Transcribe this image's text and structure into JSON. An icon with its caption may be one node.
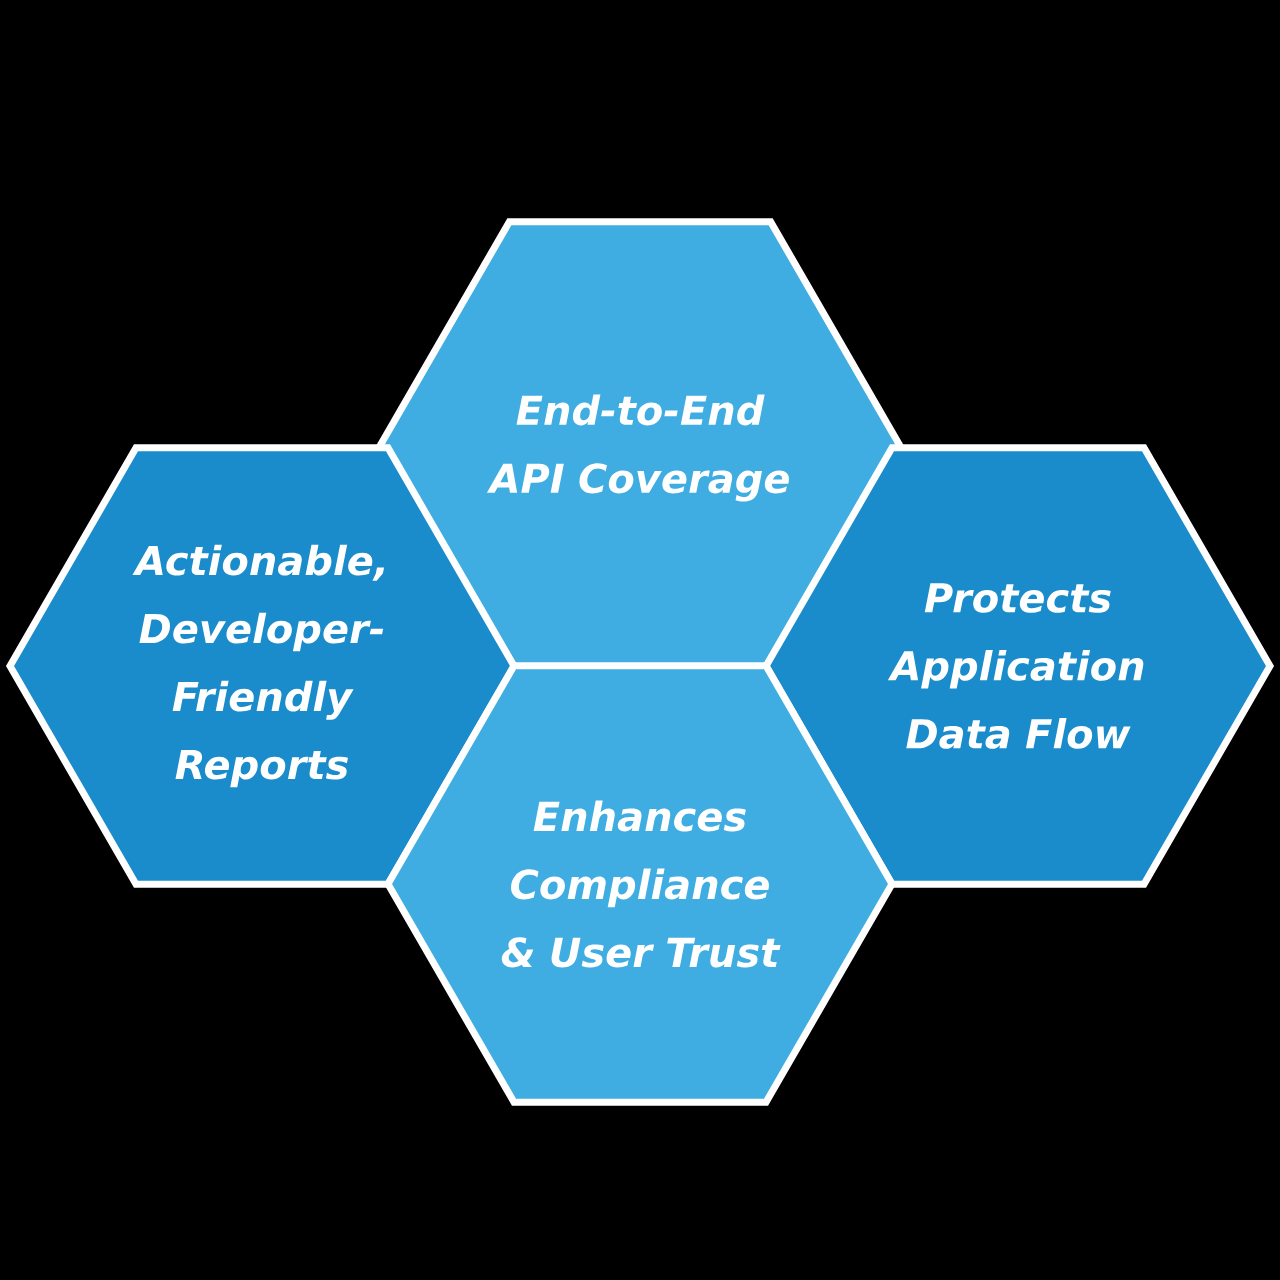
{
  "diagram": {
    "nodes": [
      {
        "text": [
          "End-to-End API Coverage"
        ]
      },
      {
        "text": [
          "Actionable, Developer-Friendly Reports"
        ]
      },
      {
        "text": [
          "Protects Application Data Flow"
        ]
      },
      {
        "text": [
          "Enhances Compliance & User Trust"
        ]
      }
    ]
  }
}
